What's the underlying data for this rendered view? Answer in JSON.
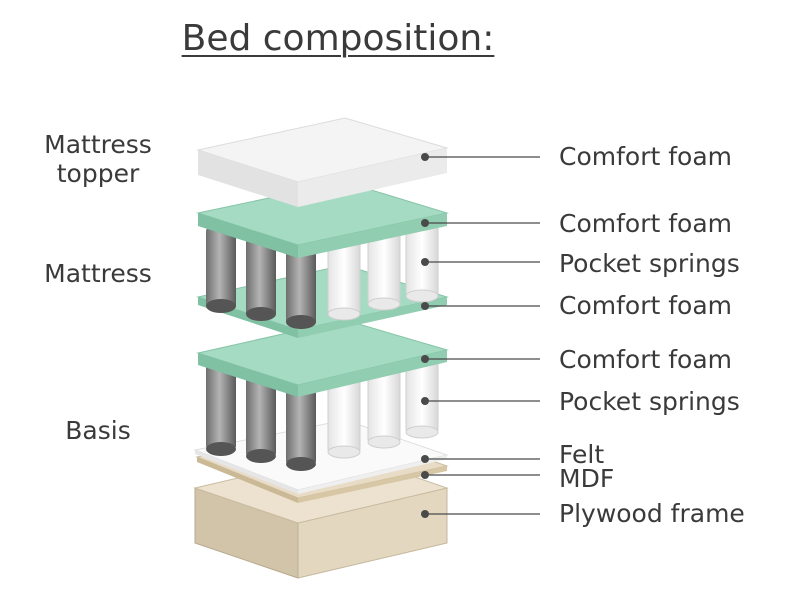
{
  "title": "Bed composition:",
  "groups": {
    "topper": "Mattress\ntopper",
    "mattress": "Mattress",
    "basis": "Basis"
  },
  "labels": [
    "Comfort foam",
    "Comfort foam",
    "Pocket springs",
    "Comfort foam",
    "Comfort foam",
    "Pocket springs",
    "Felt",
    "MDF",
    "Plywood frame"
  ],
  "colors": {
    "foam_green": "#9ed6bd",
    "topper_white": "#f2f2f2",
    "plywood": "#e3d7c0",
    "spring_grey": "#8a8a8a",
    "leader_line": "#4a4a4a"
  }
}
